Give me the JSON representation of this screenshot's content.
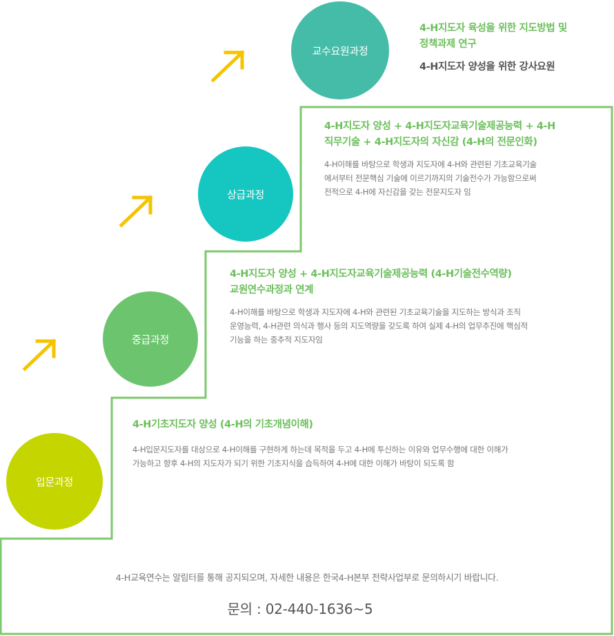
{
  "levels": [
    {
      "label": "교수요원과정",
      "color": "#45bca8",
      "lines": [
        {
          "text": "4-H지도자 육성을 위한 지도방법 및",
          "color": "#6cbf5b",
          "weight": "bold"
        },
        {
          "text": "정책과제 연구",
          "color": "#6cbf5b",
          "weight": "bold"
        },
        {
          "text": "4-H지도자 양성을 위한 강사요원",
          "color": "#555555",
          "weight": "bold"
        }
      ]
    },
    {
      "label": "상급과정",
      "color": "#15c6c1",
      "heading_lines": [
        "4-H지도자 양성 + 4-H지도자교육기술제공능력 + 4-H",
        "직무기술 + 4-H지도자의 자신감 (4-H의 전문인화)"
      ],
      "desc_lines": [
        "4-H이해를 바탕으로 학생과 지도자에 4-H와 관련된 기초교육기술",
        "에서부터 전문핵심 기술에 이르기까지의 기술전수가 가능함으로써",
        "전적으로 4-H에 자신감을 갖는 전문지도자 임"
      ]
    },
    {
      "label": "중급과정",
      "color": "#6cc46e",
      "heading_lines": [
        "4-H지도자 양성 + 4-H지도자교육기술제공능력 (4-H기술전수역량)",
        "교원연수과정과 연계"
      ],
      "desc_lines": [
        "4-H이해를 바탕으로 학생과 지도자에 4-H와 관련된 기초교육기술을 지도하는 방식과 조직",
        "운영능력, 4-H관련 의식과 행사 등의 지도역량을 갖도록 하여 실제 4-H의 업무추진에 핵심적",
        "기능을 하는 중추적 지도자임"
      ]
    },
    {
      "label": "입문과정",
      "color": "#c5d500",
      "heading_lines": [
        "4-H기초지도자 양성 (4-H의 기초개념이해)"
      ],
      "desc_lines": [
        "4-H입문지도자를 대상으로 4-H이해를 구현하게 하는데 목적을 두고 4-H에 투신하는 이유와 업무수행에 대한 이해가",
        "가능하고 향후 4-H의 지도자가 되기 위한 기초지식을 습득하여 4-H에 대한 이해가 바탕이 되도록 함"
      ]
    }
  ],
  "footer": {
    "notice": "4-H교육연수는 알림터를 통해 공지되오며, 자세한 내용은 한국4-H본부 전략사업부로 문의하시기 바랍니다.",
    "contact": "문의 : 02-440-1636~5"
  },
  "colors": {
    "stair_line": "#7dc86e",
    "arrow": "#f5c400",
    "heading": "#6cbf5b"
  },
  "icons": [
    "arrow-up-right-icon"
  ]
}
